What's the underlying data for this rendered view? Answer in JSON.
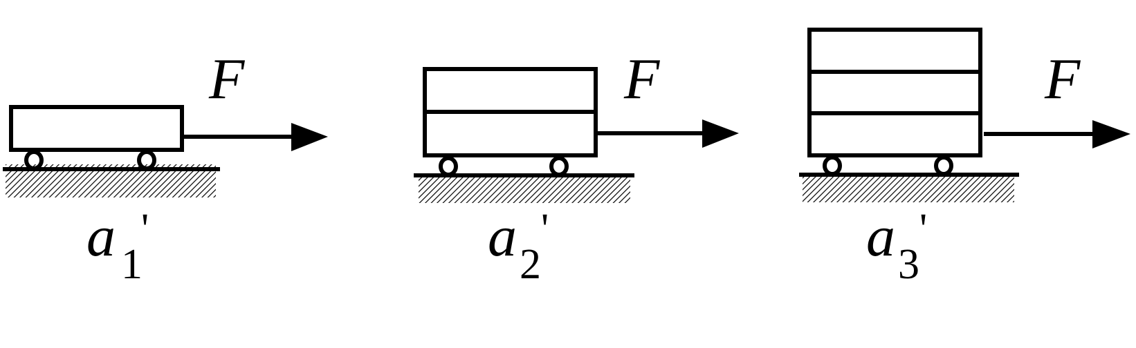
{
  "diagram": {
    "carts": [
      {
        "id": "cart-1",
        "blocks": 1,
        "force_label": "F",
        "acc_symbol": "a",
        "acc_subscript": "1",
        "acc_prime": "'"
      },
      {
        "id": "cart-2",
        "blocks": 2,
        "force_label": "F",
        "acc_symbol": "a",
        "acc_subscript": "2",
        "acc_prime": "'"
      },
      {
        "id": "cart-3",
        "blocks": 3,
        "force_label": "F",
        "acc_symbol": "a",
        "acc_subscript": "3",
        "acc_prime": "'"
      }
    ],
    "colors": {
      "ink": "#000000",
      "background": "#ffffff"
    }
  }
}
